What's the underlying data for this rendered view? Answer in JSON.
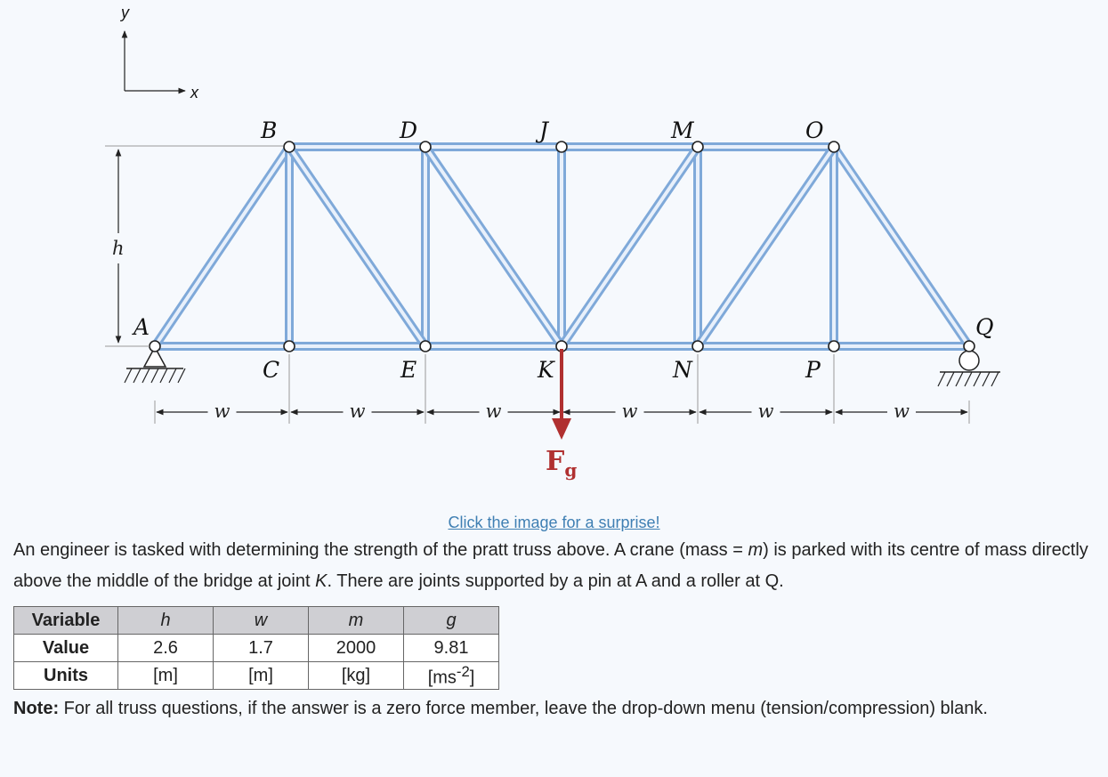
{
  "axes": {
    "x": "x",
    "y": "y"
  },
  "joints": {
    "top": [
      "B",
      "D",
      "J",
      "M",
      "O"
    ],
    "bottom": [
      "A",
      "C",
      "E",
      "K",
      "N",
      "P",
      "Q"
    ]
  },
  "dimensions": {
    "height": "h",
    "span": "w"
  },
  "load": {
    "main": "F",
    "sub": "g"
  },
  "colors": {
    "member": "#7fa9d9",
    "member_core": "#e8f0fb",
    "load_arrow": "#b03030",
    "link": "#3f7fb3"
  },
  "link_text": "Click the image for a surprise!",
  "intro": {
    "p1": "An engineer is tasked with determining the strength of the pratt truss above. A crane (mass = ",
    "mass_var": "m",
    "p2": ") is parked with its centre of mass directly above the middle of the bridge at joint ",
    "joint_var": "K",
    "p3": ". There are joints supported by a pin at A and a roller at Q."
  },
  "table": {
    "headers": [
      "Variable",
      "Value",
      "Units"
    ],
    "variables": [
      "h",
      "w",
      "m",
      "g"
    ],
    "values": [
      "2.6",
      "1.7",
      "2000",
      "9.81"
    ],
    "units": [
      "[m]",
      "[m]",
      "[kg]",
      "[ms",
      "-2",
      "]"
    ]
  },
  "note": {
    "label": "Note:",
    "text": " For all truss questions, if the answer is a zero force member, leave the drop-down menu (tension/compression) blank."
  }
}
